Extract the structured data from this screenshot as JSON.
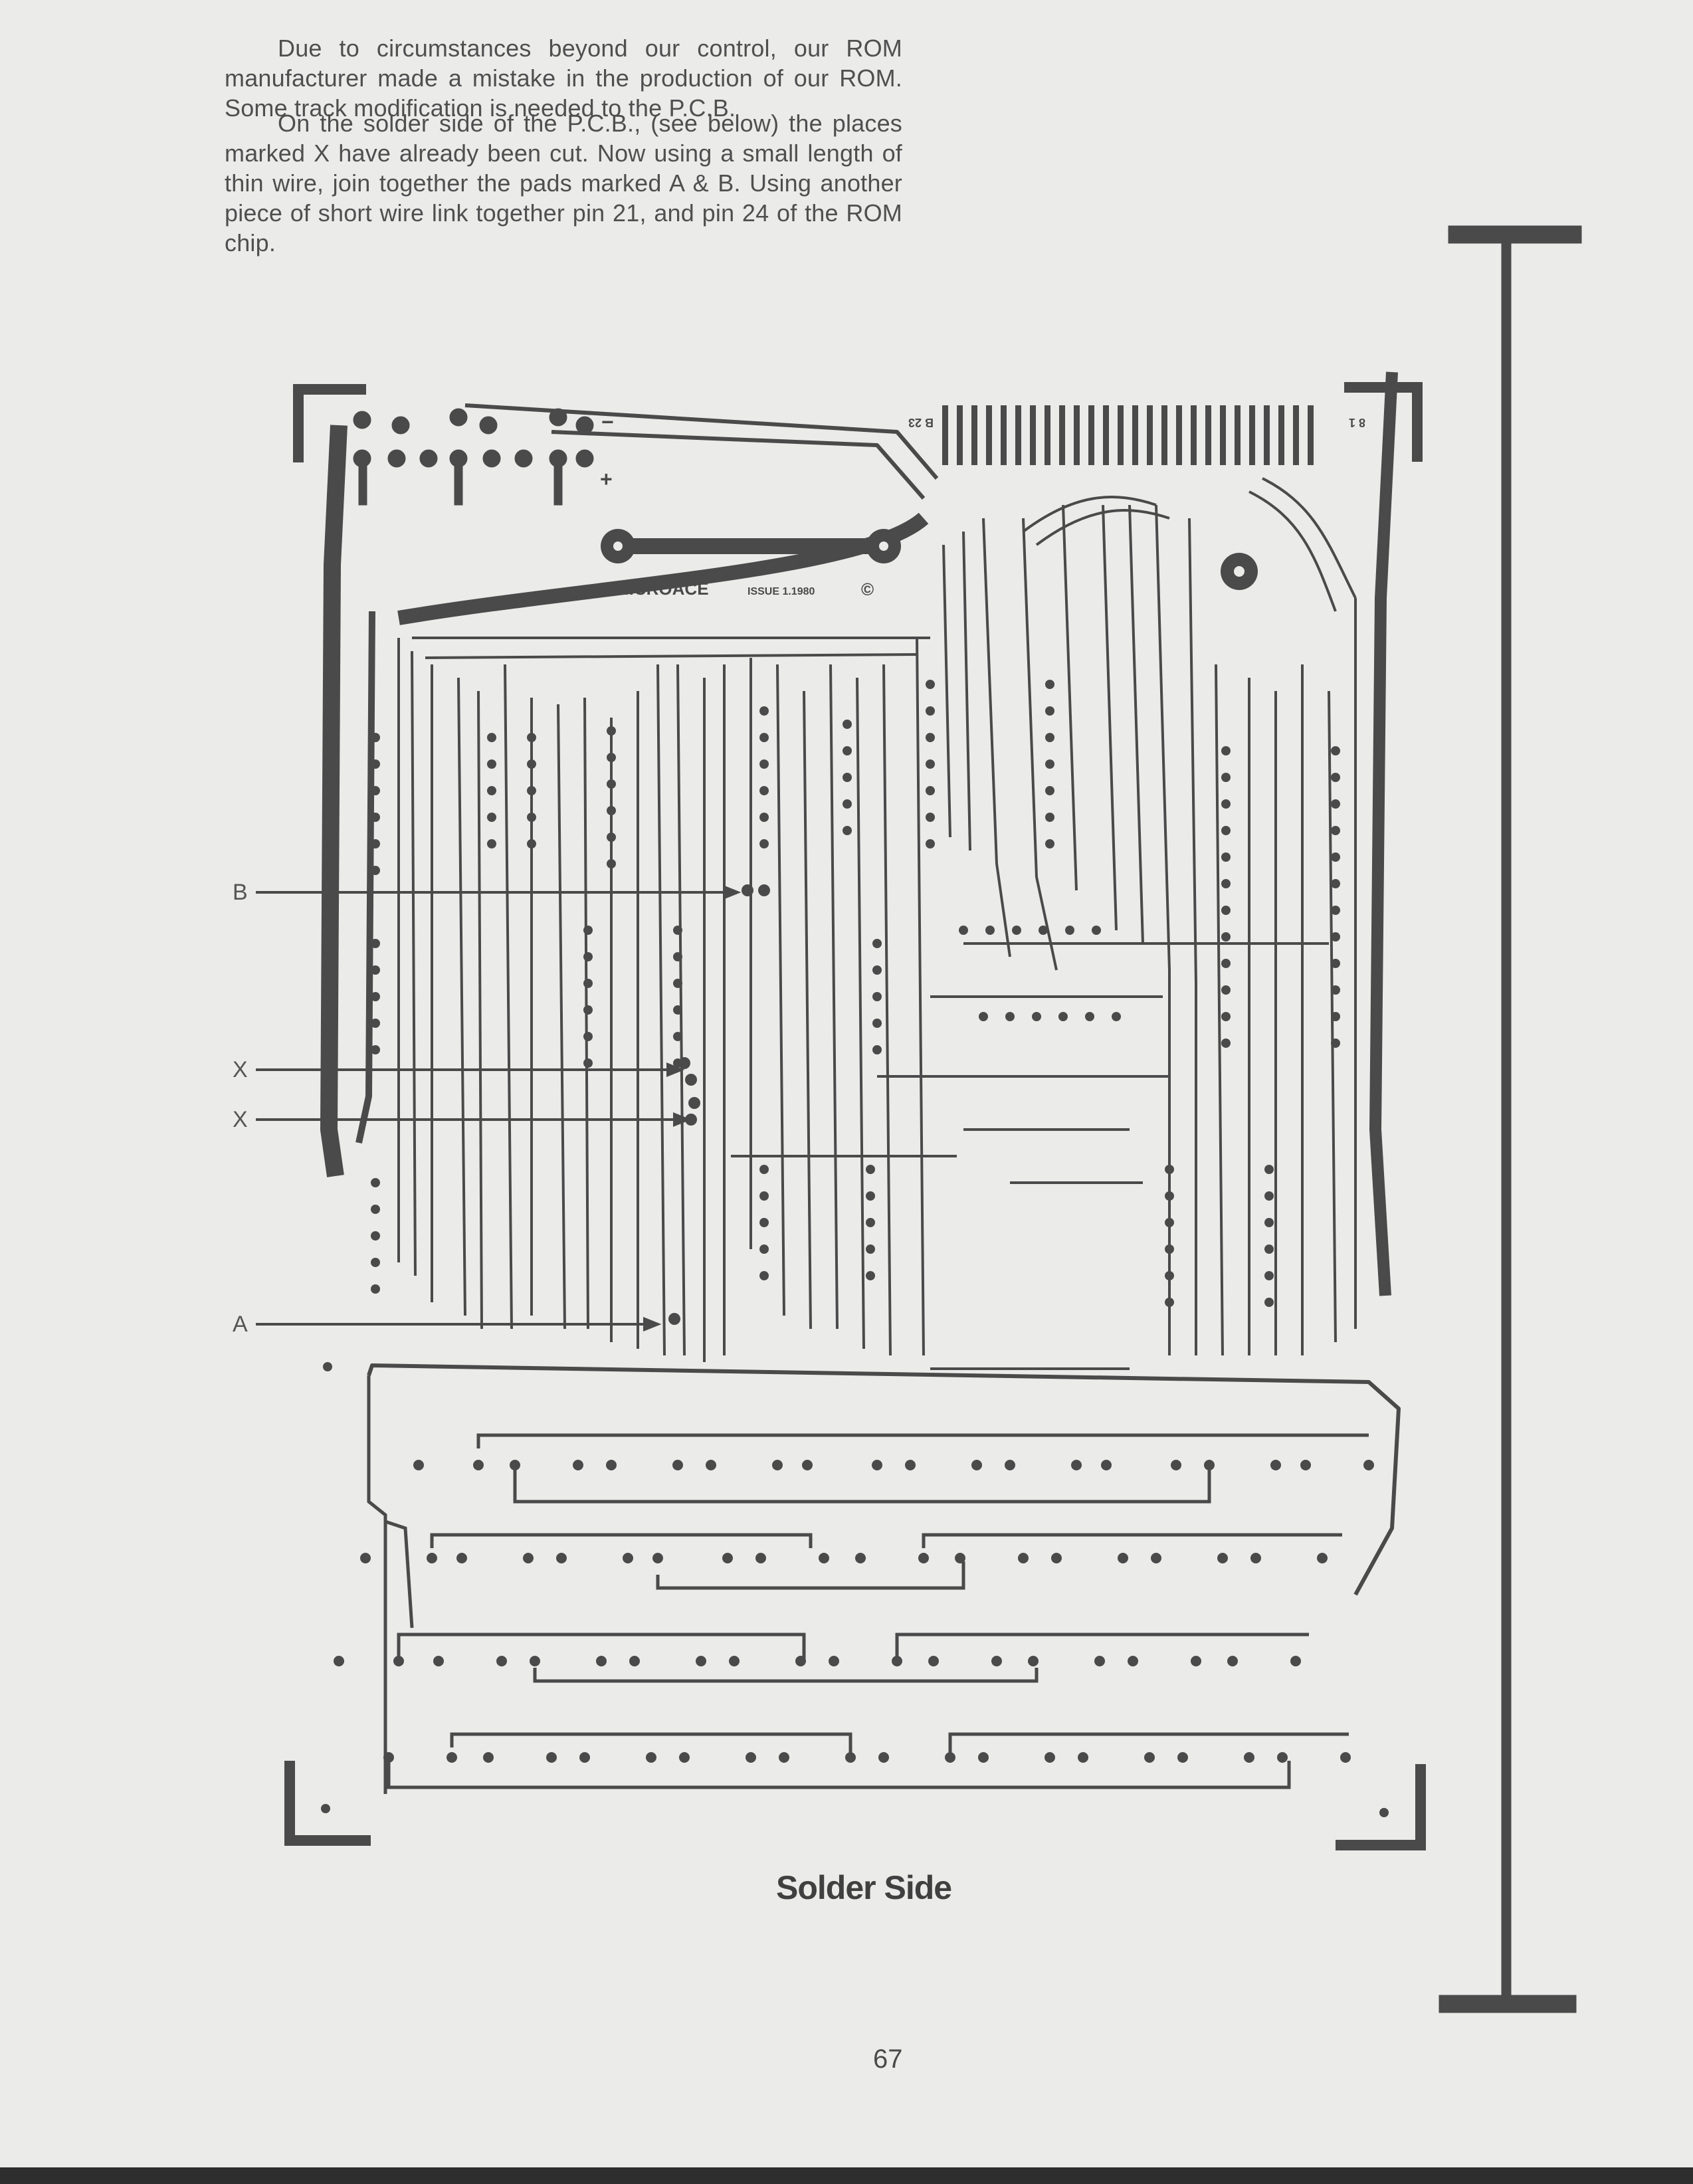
{
  "intro": {
    "paragraph1": "Due to circumstances beyond our control, our ROM manufacturer made a mistake in the production of our ROM. Some track modification is needed to the P.C.B.",
    "paragraph2": "On the solder side of the P.C.B., (see below) the places marked X have already been cut. Now using a small length of thin wire, join together the pads marked A & B. Using another piece of short wire link together pin 21, and pin 24 of the ROM chip."
  },
  "diagram": {
    "pointer_labels": [
      "B",
      "X",
      "X",
      "A"
    ],
    "silkscreen": {
      "board_name": "MICROACE",
      "issue": "ISSUE 1.1980",
      "copyright_symbol": "©",
      "minus_sign": "−",
      "plus_sign": "+",
      "edge_label_left": "B 23",
      "edge_label_right": "8 1"
    },
    "caption": "Solder Side"
  },
  "page": {
    "number": "67"
  },
  "colors": {
    "paper": "#ebebea",
    "ink": "#4a4a4a"
  }
}
